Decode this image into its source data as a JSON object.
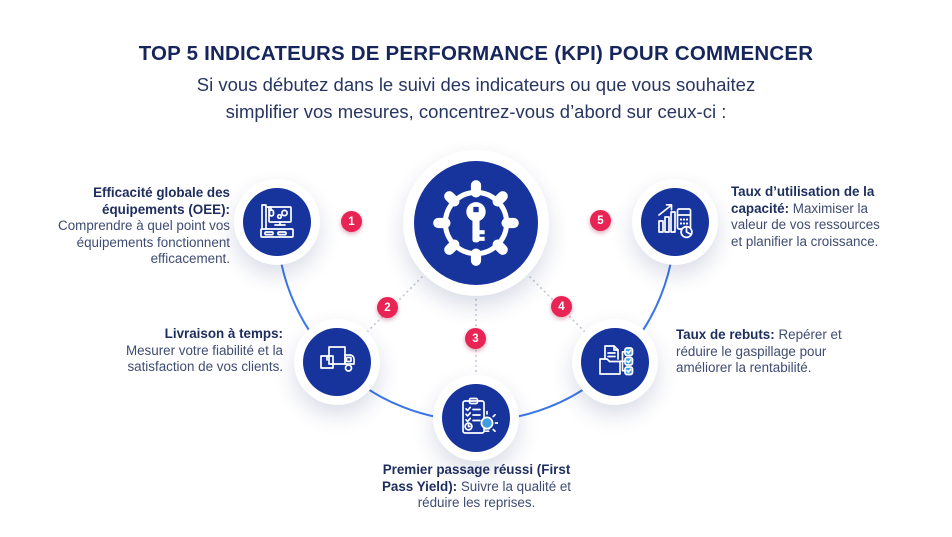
{
  "header": {
    "title": "TOP 5 INDICATEURS DE PERFORMANCE (KPI) POUR COMMENCER",
    "subtitle_line1": "Si vous débutez dans le suivi des indicateurs ou que vous souhaitez",
    "subtitle_line2": "simplifier vos mesures, concentrez-vous d’abord sur ceux-ci :"
  },
  "center": {
    "icon": "gear-key-icon"
  },
  "kpis": [
    {
      "number": "1",
      "heading": "Efficacité globale des équipements (OEE):",
      "body": "Comprendre à quel point vos équipements fonctionnent efficacement.",
      "icon": "factory-machine-icon"
    },
    {
      "number": "2",
      "heading": "Livraison à temps:",
      "body": "Mesurer votre fiabilité et la satisfaction de vos clients.",
      "icon": "delivery-truck-icon"
    },
    {
      "number": "3",
      "heading": "Premier passage réussi (First Pass Yield):",
      "body": "Suivre la qualité et réduire les reprises.",
      "icon": "checklist-lightbulb-icon"
    },
    {
      "number": "4",
      "heading": "Taux de rebuts:",
      "body": "Repérer et réduire le gaspillage pour améliorer la rentabilité.",
      "icon": "folder-checkboxes-icon"
    },
    {
      "number": "5",
      "heading": "Taux d’utilisation de la capacité:",
      "body": "Maximiser la valeur de vos ressources et planifier la croissance.",
      "icon": "growth-chart-calculator-icon"
    }
  ],
  "colors": {
    "circle_blue": "#17339c",
    "badge_red": "#e82454",
    "arc_blue": "#3b76e8",
    "dotted_gray": "#c3c7d3",
    "title_navy": "#16265c",
    "heading_navy": "#1c2d5e",
    "body_slate": "#3e4c72",
    "lightbulb_blue": "#3f9fe0"
  }
}
